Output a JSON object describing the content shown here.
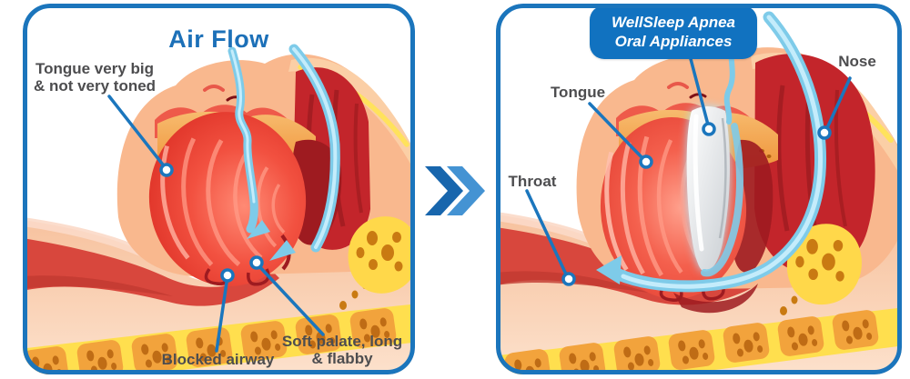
{
  "left_panel": {
    "title": "Air Flow",
    "labels": {
      "tongue_line1": "Tongue very big",
      "tongue_line2": "& not very toned",
      "blocked_airway": "Blocked airway",
      "soft_palate_line1": "Soft palate, long",
      "soft_palate_line2": "& flabby"
    }
  },
  "right_panel": {
    "badge_line1": "WellSleep Apnea",
    "badge_line2": "Oral Appliances",
    "labels": {
      "tongue": "Tongue",
      "nose": "Nose",
      "throat": "Throat"
    }
  },
  "icons": {
    "transition_arrow": "double-chevron-right-icon"
  },
  "colors": {
    "panel_border": "#1b75bc",
    "title_text": "#1c70b8",
    "badge_background": "#1172c0",
    "badge_text": "#ffffff",
    "label_text": "#4d4d4f",
    "leader_line": "#1b76bd",
    "airflow": "#7ecbe9",
    "chevron_dark": "#1866ad",
    "chevron_light": "#4493d3"
  }
}
